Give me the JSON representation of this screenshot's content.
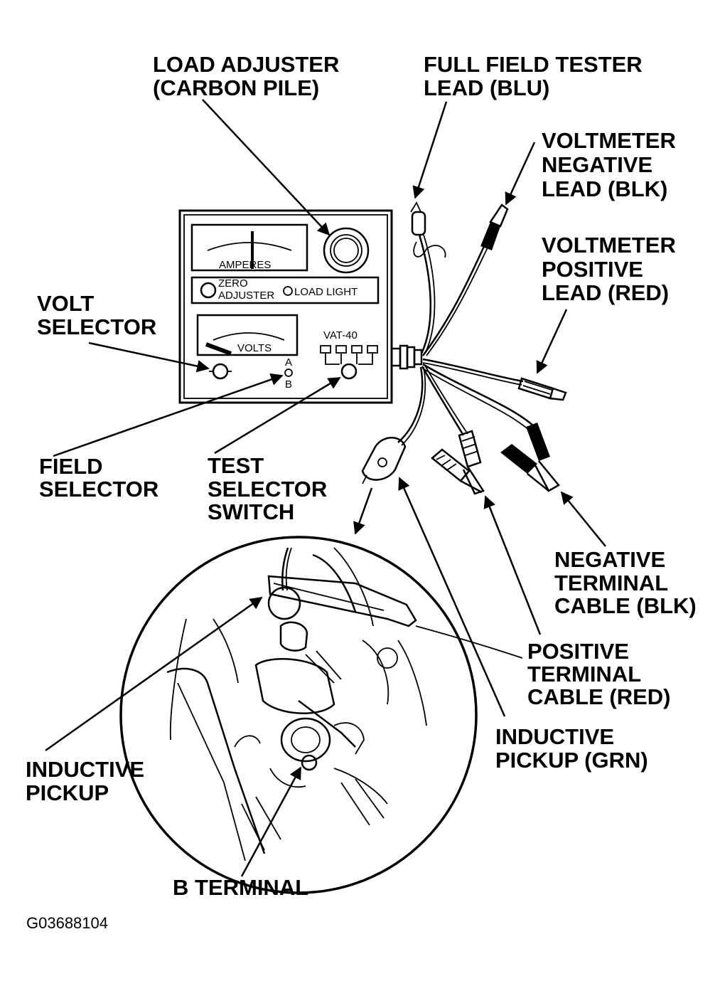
{
  "labels": {
    "load_adjuster_1": "LOAD ADJUSTER",
    "load_adjuster_2": "(CARBON PILE)",
    "full_field_1": "FULL FIELD TESTER",
    "full_field_2": "LEAD (BLU)",
    "vm_neg_1": "VOLTMETER",
    "vm_neg_2": "NEGATIVE",
    "vm_neg_3": "LEAD (BLK)",
    "vm_pos_1": "VOLTMETER",
    "vm_pos_2": "POSITIVE",
    "vm_pos_3": "LEAD (RED)",
    "volt_sel_1": "VOLT",
    "volt_sel_2": "SELECTOR",
    "field_sel_1": "FIELD",
    "field_sel_2": "SELECTOR",
    "test_sel_1": "TEST",
    "test_sel_2": "SELECTOR",
    "test_sel_3": "SWITCH",
    "neg_term_1": "NEGATIVE",
    "neg_term_2": "TERMINAL",
    "neg_term_3": "CABLE (BLK)",
    "pos_term_1": "POSITIVE",
    "pos_term_2": "TERMINAL",
    "pos_term_3": "CABLE (RED)",
    "ind_grn_1": "INDUCTIVE",
    "ind_grn_2": "PICKUP (GRN)",
    "ind_1": "INDUCTIVE",
    "ind_2": "PICKUP",
    "b_terminal": "B TERMINAL"
  },
  "device": {
    "amperes": "AMPERES",
    "volts": "VOLTS",
    "zero": "ZERO",
    "adjuster": "ADJUSTER",
    "load_light": "LOAD LIGHT",
    "model": "VAT-40",
    "field_a": "A",
    "field_b": "B"
  },
  "figure_code": "G03688104"
}
